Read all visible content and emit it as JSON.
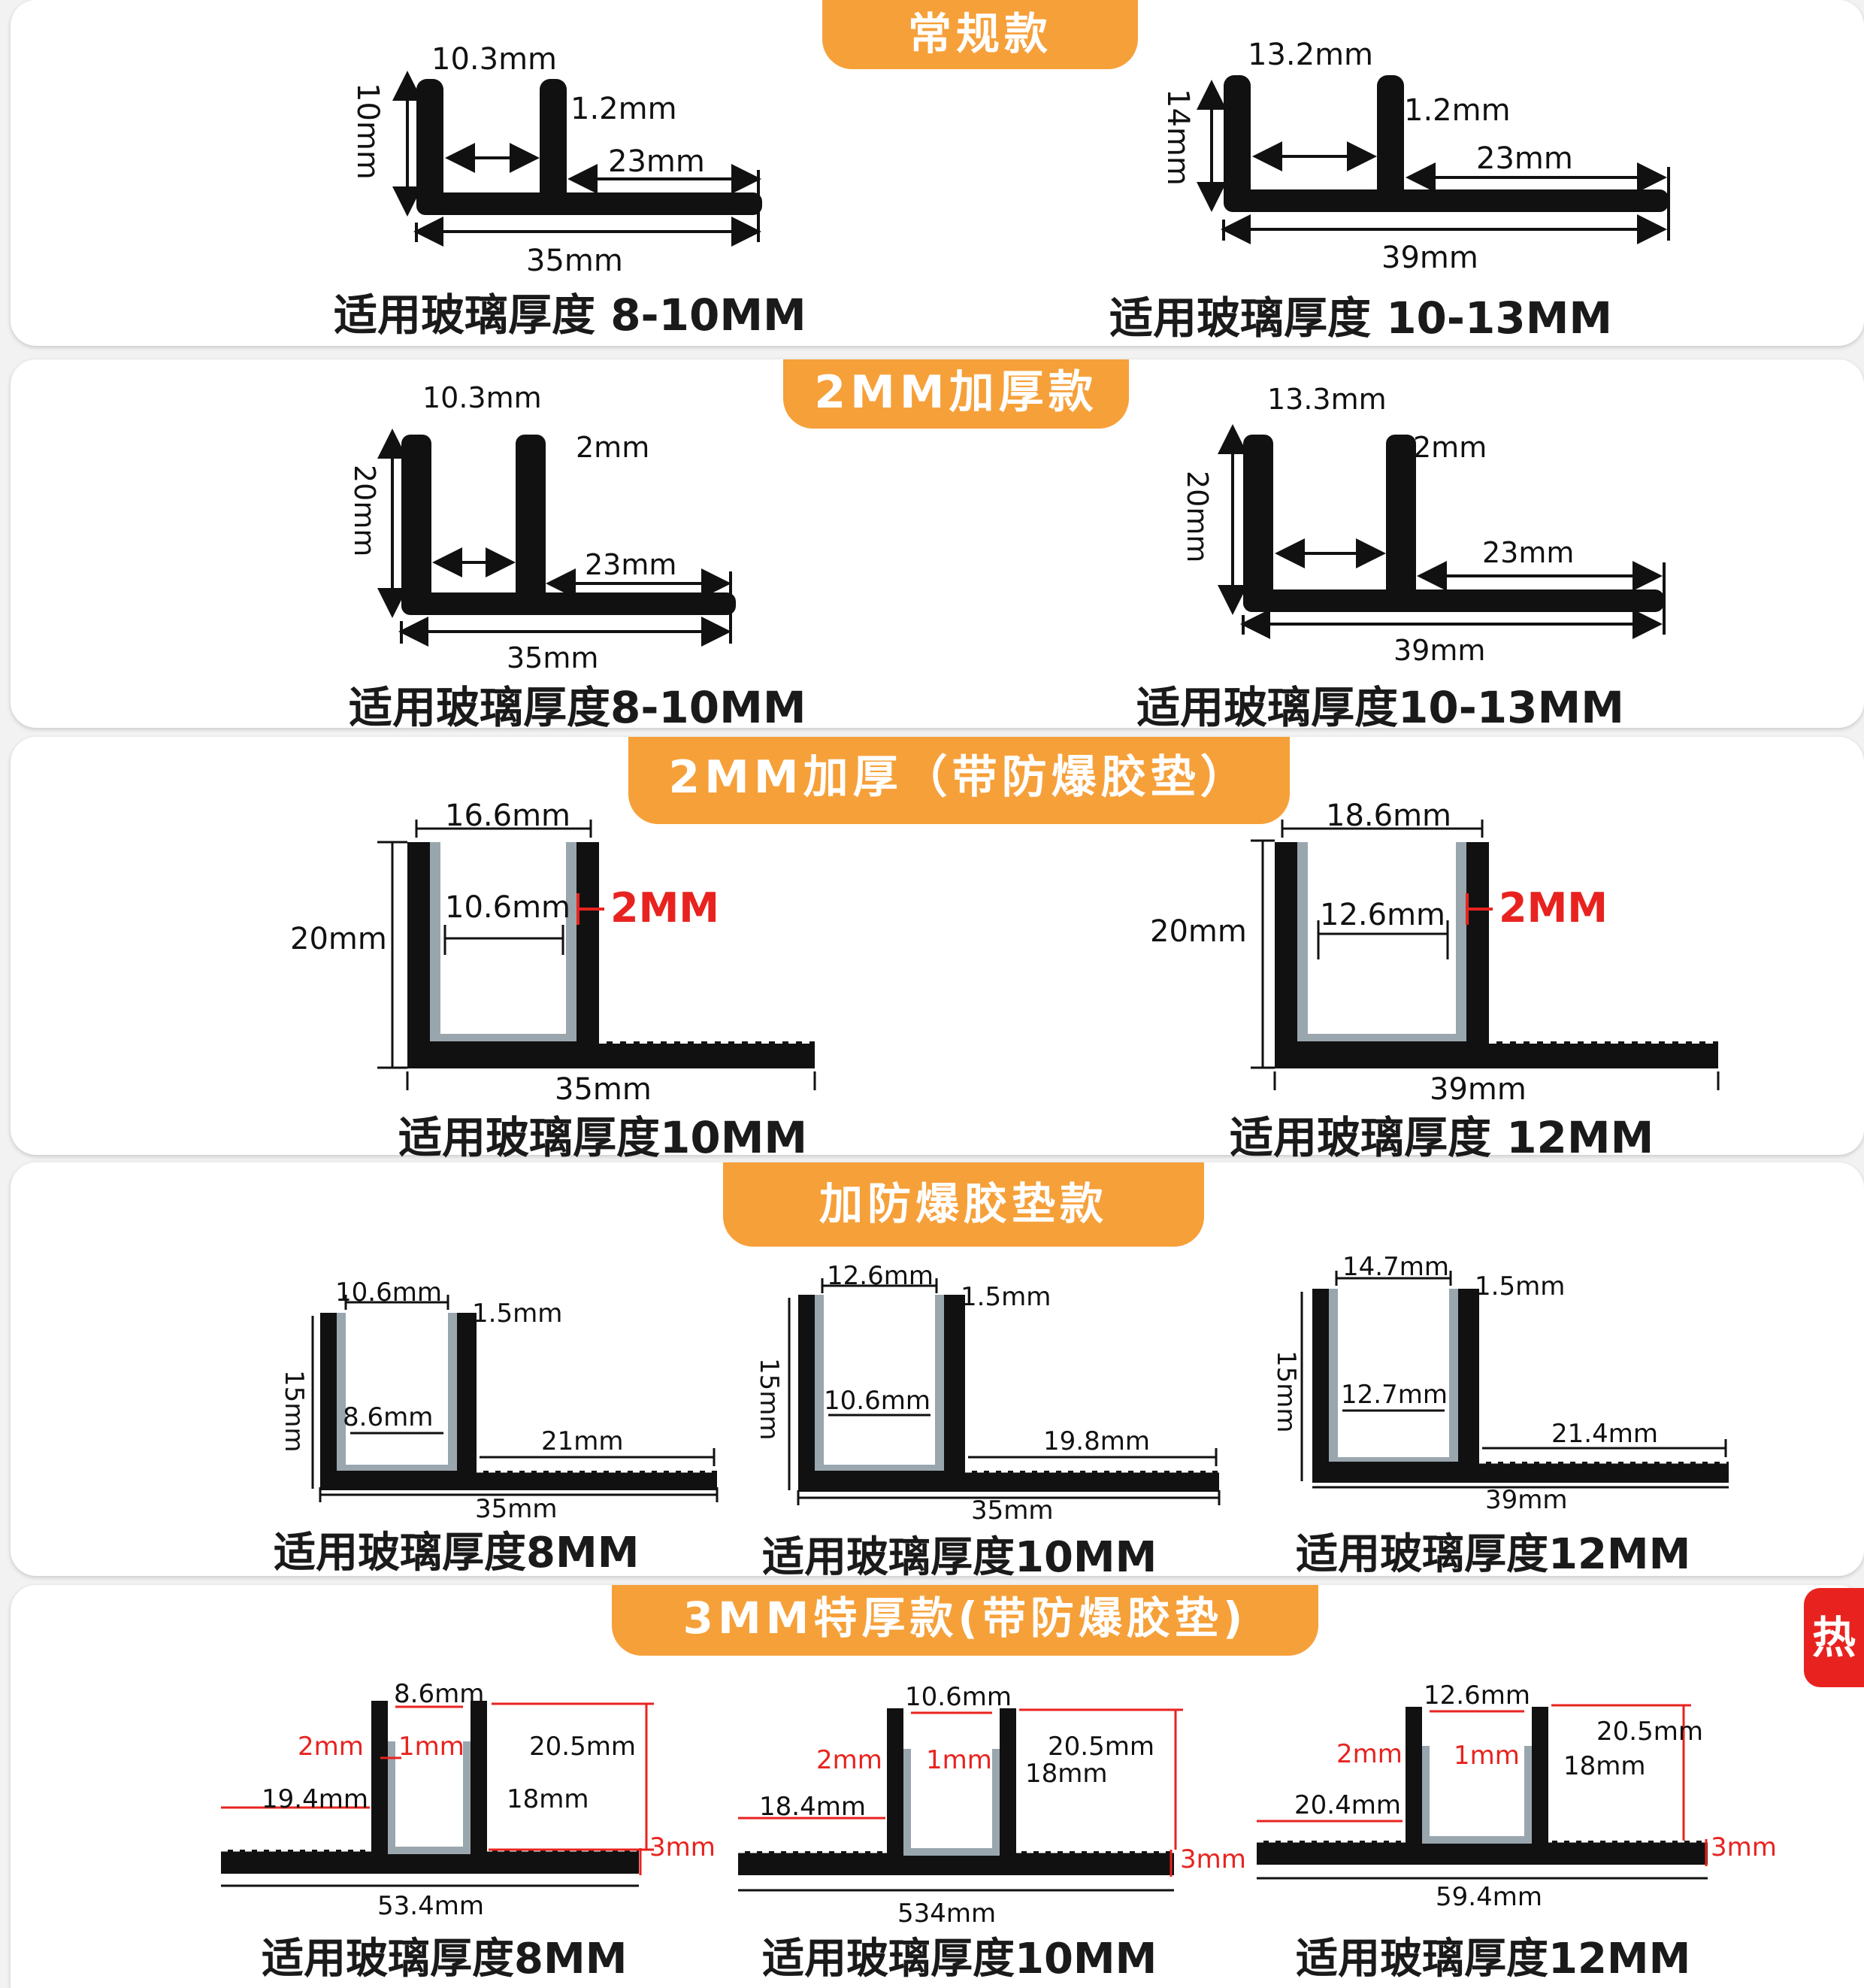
{
  "colors": {
    "accent": "#f6a03a",
    "hot": "#e8231f",
    "profile": "#111111",
    "gasket": "#9aa6ad",
    "red": "#e8231f"
  },
  "sections": [
    {
      "title": "常规款",
      "items": [
        {
          "caption": "适用玻璃厚度 8-10MM",
          "dims": {
            "width": "10.3mm",
            "thick": "1.2mm",
            "height": "10mm",
            "flange": "23mm",
            "total": "35mm"
          }
        },
        {
          "caption": "适用玻璃厚度 10-13MM",
          "dims": {
            "width": "13.2mm",
            "thick": "1.2mm",
            "height": "14mm",
            "flange": "23mm",
            "total": "39mm"
          }
        }
      ]
    },
    {
      "title": "2MM加厚款",
      "items": [
        {
          "caption": "适用玻璃厚度8-10MM",
          "dims": {
            "width": "10.3mm",
            "thick": "2mm",
            "height": "20mm",
            "flange": "23mm",
            "total": "35mm"
          }
        },
        {
          "caption": "适用玻璃厚度10-13MM",
          "dims": {
            "width": "13.3mm",
            "thick": "2mm",
            "height": "20mm",
            "flange": "23mm",
            "total": "39mm"
          }
        }
      ]
    },
    {
      "title": "2MM加厚（带防爆胶垫）",
      "items": [
        {
          "caption": "适用玻璃厚度10MM",
          "dims": {
            "outer": "16.6mm",
            "inner": "10.6mm",
            "thick": "2MM",
            "height": "20mm",
            "total": "35mm"
          }
        },
        {
          "caption": "适用玻璃厚度 12MM",
          "dims": {
            "outer": "18.6mm",
            "inner": "12.6mm",
            "thick": "2MM",
            "height": "20mm",
            "total": "39mm"
          }
        }
      ]
    },
    {
      "title": "加防爆胶垫款",
      "items": [
        {
          "caption": "适用玻璃厚度8MM",
          "dims": {
            "outer": "10.6mm",
            "inner": "8.6mm",
            "thick": "1.5mm",
            "height": "15mm",
            "flange": "21mm",
            "total": "35mm"
          }
        },
        {
          "caption": "适用玻璃厚度10MM",
          "dims": {
            "outer": "12.6mm",
            "inner": "10.6mm",
            "thick": "1.5mm",
            "height": "15mm",
            "flange": "19.8mm",
            "total": "35mm"
          }
        },
        {
          "caption": "适用玻璃厚度12MM",
          "dims": {
            "outer": "14.7mm",
            "inner": "12.7mm",
            "thick": "1.5mm",
            "height": "15mm",
            "flange": "21.4mm",
            "total": "39mm"
          }
        }
      ]
    },
    {
      "title": "3MM特厚款(带防爆胶垫)",
      "badge": "热",
      "items": [
        {
          "caption": "适用玻璃厚度8MM",
          "dims": {
            "inner": "8.6mm",
            "wall": "2mm",
            "gasket": "1mm",
            "tall": "20.5mm",
            "inner_h": "18mm",
            "left": "19.4mm",
            "base": "3mm",
            "total": "53.4mm"
          }
        },
        {
          "caption": "适用玻璃厚度10MM",
          "dims": {
            "inner": "10.6mm",
            "wall": "2mm",
            "gasket": "1mm",
            "tall": "20.5mm",
            "inner_h": "18mm",
            "left": "18.4mm",
            "base": "3mm",
            "total": "534mm"
          }
        },
        {
          "caption": "适用玻璃厚度12MM",
          "dims": {
            "inner": "12.6mm",
            "wall": "2mm",
            "gasket": "1mm",
            "tall": "20.5mm",
            "inner_h": "18mm",
            "left": "20.4mm",
            "base": "3mm",
            "total": "59.4mm"
          }
        }
      ]
    }
  ]
}
